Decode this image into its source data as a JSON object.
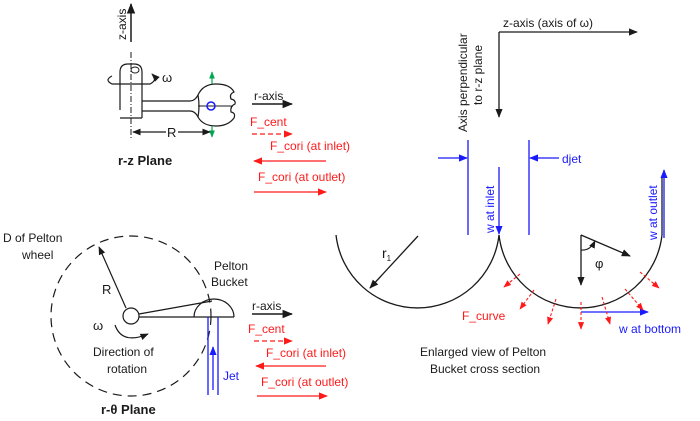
{
  "colors": {
    "black": "#1a1a1a",
    "red": "#ff1a1a",
    "blue": "#1a1aff",
    "green": "#00a650"
  },
  "rz_plane": {
    "title": "r-z Plane",
    "z_axis_label": "z-axis",
    "omega_label": "ω",
    "radius_label": "R",
    "forces": {
      "r_axis_label": "r-axis",
      "f_cent_label": "F_cent",
      "f_cori_inlet_label": "F_cori (at inlet)",
      "f_cori_outlet_label": "F_cori (at outlet)"
    }
  },
  "rtheta_plane": {
    "title": "r-θ Plane",
    "wheel_label_line1": "D of Pelton",
    "wheel_label_line2": "wheel",
    "radius_label": "R",
    "omega_label": "ω",
    "rotation_label_line1": "Direction of",
    "rotation_label_line2": "rotation",
    "bucket_label_line1": "Pelton",
    "bucket_label_line2": "Bucket",
    "jet_label": "Jet",
    "forces": {
      "r_axis_label": "r-axis",
      "f_cent_label": "F_cent",
      "f_cori_inlet_label": "F_cori (at inlet)",
      "f_cori_outlet_label": "F_cori (at outlet)"
    }
  },
  "bucket_section": {
    "z_axis_label": "z-axis (axis of ω)",
    "perp_axis_line1": "Axis perpendicular",
    "perp_axis_line2": "to r-z plane",
    "djet_label": "djet",
    "w_inlet_label": "w at inlet",
    "w_outlet_label": "w at outlet",
    "w_bottom_label": "w at bottom",
    "r1_label": "r",
    "r1_subscript": "1",
    "phi_label": "φ",
    "f_curve_label": "F_curve",
    "caption_line1": "Enlarged view of Pelton",
    "caption_line2": "Bucket cross section"
  }
}
